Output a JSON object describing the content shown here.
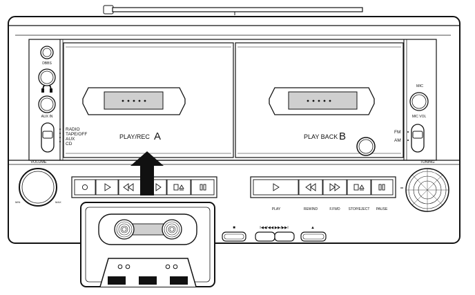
{
  "controls": {
    "dbbs": "DBBS",
    "aux_in": "AUX IN",
    "func_radio": "RADIO",
    "func_tape_off": "TAPE/OFF",
    "func_aux": "AUX",
    "func_cd": "CD",
    "mic": "MIC",
    "mic_vol": "MIC VOL",
    "band_fm": "FM",
    "band_am": "AM",
    "volume": "VOLUME",
    "vol_min": "MIN",
    "vol_max": "MAX",
    "tuning": "TUNING"
  },
  "decks": {
    "a_label": "PLAY/REC",
    "a_letter": "A",
    "b_label": "PLAY BACK",
    "b_letter": "B"
  },
  "transport_b_labels": [
    "PLAY",
    "REWIND",
    "F.FWD",
    "STOP/EJECT",
    "PAUSE"
  ],
  "cd_keys": {
    "stop": "■",
    "skip": "I◀◀/◀◀  ▶▶/▶▶I",
    "eject": "▲"
  },
  "icons": {
    "record": "record-icon",
    "play": "play-icon",
    "rewind": "rewind-icon",
    "fast_forward": "fast-forward-icon",
    "stop_eject": "stop-eject-icon",
    "pause": "pause-icon",
    "insert_arrow": "insert-arrow-icon",
    "headphone": "headphone-icon"
  },
  "colors": {
    "line": "#111111",
    "window_fill": "#cfcfcf",
    "background": "#ffffff"
  }
}
